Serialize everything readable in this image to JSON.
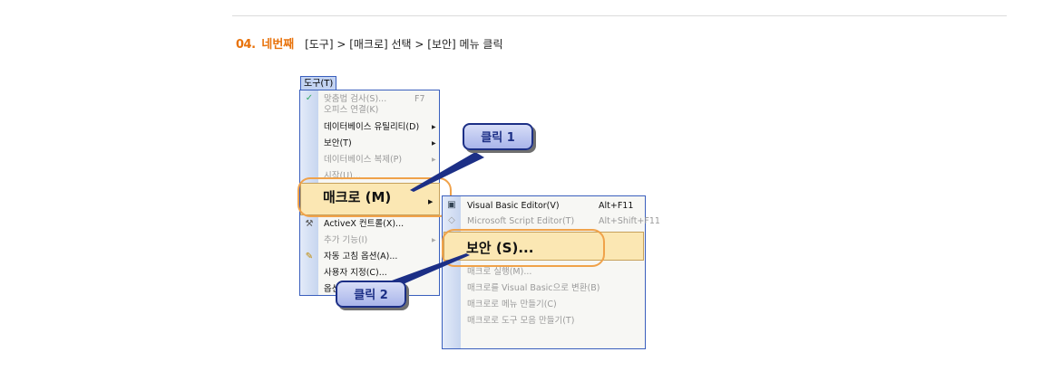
{
  "step": {
    "number": "04.",
    "title": "네번째",
    "instruction": "[도구] > [매크로] 선택 > [보안] 메뉴 클릭"
  },
  "menubar": {
    "tools_tab": "도구(T)"
  },
  "tools_menu": {
    "items": [
      {
        "label": "맞춤법 검사(S)...",
        "shortcut": "F7",
        "disabled": true
      },
      {
        "label": "오피스 연결(K)",
        "disabled": true
      },
      {
        "label": "데이터베이스 유틸리티(D)",
        "submenu": true
      },
      {
        "label": "보안(T)",
        "submenu": true
      },
      {
        "label": "데이터베이스 복제(P)",
        "submenu": true,
        "disabled": true
      },
      {
        "label": "시작(U)...",
        "disabled": true
      },
      {
        "label": "매크로 (M)",
        "submenu": true,
        "highlighted": true
      },
      {
        "label": "ActiveX 컨트롤(X)..."
      },
      {
        "label": "추가 기능(I)",
        "submenu": true,
        "disabled": true
      },
      {
        "label": "자동 고침 옵션(A)..."
      },
      {
        "label": "사용자 지정(C)..."
      },
      {
        "label": "옵션(O)..."
      }
    ]
  },
  "macro_submenu": {
    "items": [
      {
        "label": "Visual Basic Editor(V)",
        "shortcut": "Alt+F11"
      },
      {
        "label": "Microsoft Script Editor(T)",
        "shortcut": "Alt+Shift+F11",
        "disabled": true
      },
      {
        "label": "보안 (S)...",
        "highlighted": true
      },
      {
        "label": "매크로 실행(M)...",
        "disabled": true
      },
      {
        "label": "매크로를 Visual Basic으로 변환(B)",
        "disabled": true
      },
      {
        "label": "매크로로 메뉴 만들기(C)",
        "disabled": true
      },
      {
        "label": "매크로로 도구 모음 만들기(T)",
        "disabled": true
      }
    ]
  },
  "callouts": {
    "click1": "클릭 1",
    "click2": "클릭 2"
  },
  "colors": {
    "accent": "#e8730c",
    "highlight": "#fbe7b3",
    "ring": "#f0a24a",
    "callout_border": "#1c2f86"
  }
}
